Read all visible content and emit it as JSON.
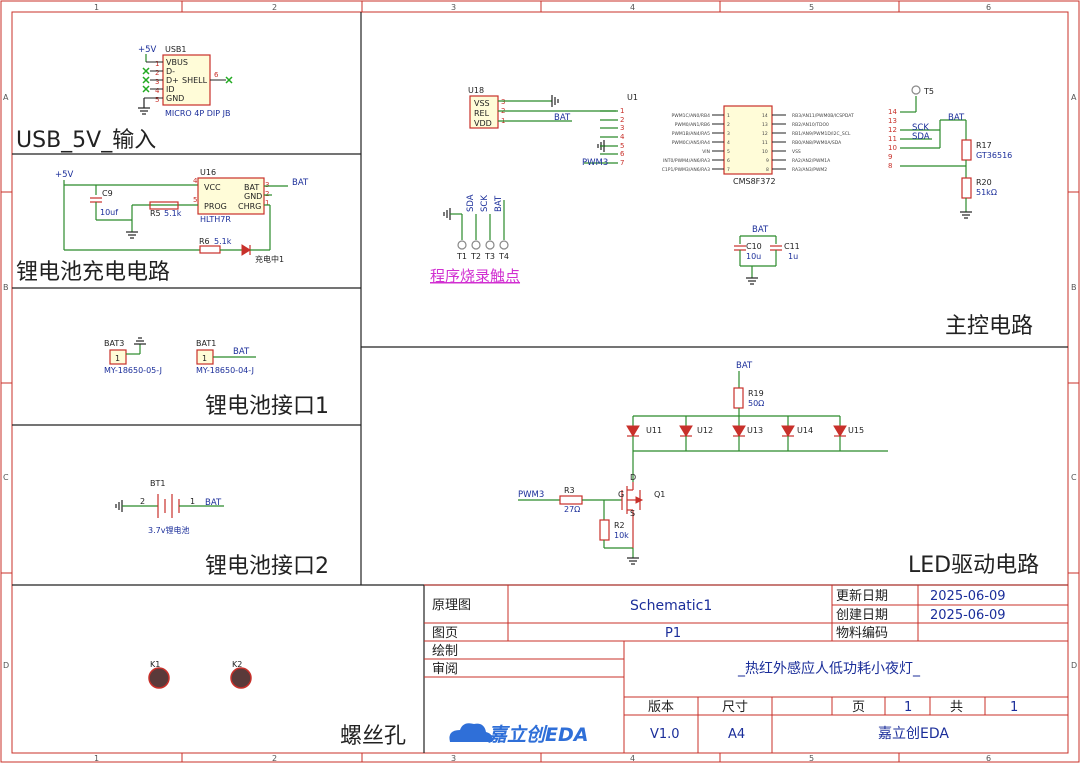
{
  "grid": {
    "cols": [
      "1",
      "2",
      "3",
      "4",
      "5",
      "6"
    ],
    "rows": [
      "A",
      "B",
      "C",
      "D"
    ]
  },
  "sections": {
    "usb": "USB_5V_输入",
    "charge": "锂电池充电电路",
    "bat1": "锂电池接口1",
    "bat2": "锂电池接口2",
    "screw": "螺丝孔",
    "main": "主控电路",
    "led": "LED驱动电路",
    "program_link": "程序烧录触点"
  },
  "usb": {
    "ref": "USB1",
    "value": "MICRO 4P DIP JB",
    "net": "+5V",
    "pins": [
      "VBUS",
      "D-",
      "D+",
      "ID",
      "GND"
    ],
    "pin_nums": [
      "1",
      "2",
      "3",
      "4",
      "5"
    ],
    "shell": "SHELL",
    "shell_num": "6"
  },
  "charger": {
    "ref": "U16",
    "value": "HLTH7R",
    "pins_left": [
      "VCC",
      "PROG"
    ],
    "pins_right": [
      "BAT",
      "GND",
      "CHRG"
    ],
    "pin_nums_left": [
      "4",
      "5"
    ],
    "pin_nums_right": [
      "3",
      "2",
      "1"
    ],
    "net_in": "+5V",
    "net_out": "BAT",
    "c9_ref": "C9",
    "c9_val": "10uf",
    "r5_ref": "R5",
    "r5_val": "5.1k",
    "r6_ref": "R6",
    "r6_val": "5.1k",
    "led_label": "充电中1"
  },
  "bat3": {
    "ref": "BAT3",
    "value": "MY-18650-05-J",
    "pin": "1"
  },
  "bat1": {
    "ref": "BAT1",
    "value": "MY-18650-04-J",
    "pin": "1",
    "net": "BAT"
  },
  "bt1": {
    "ref": "BT1",
    "value": "3.7v锂电池",
    "pin_a": "2",
    "pin_b": "1",
    "net": "BAT"
  },
  "screws": [
    "K1",
    "K2"
  ],
  "u18": {
    "ref": "U18",
    "pins": [
      "VSS",
      "REL",
      "VDD"
    ],
    "pin_nums": [
      "3",
      "2",
      "1"
    ],
    "net": "BAT"
  },
  "mcu": {
    "ref": "U1",
    "value": "CMS8F372",
    "left_pins": [
      "PWM1C/AN0/RB4",
      "PWM0/AN1/RB6",
      "PWM1B/AN4/RA5",
      "PWM0C/AN5/RA4",
      "VIN",
      "INT0/PWM4/AN6/RA3",
      "C1P1/PWM3/AN6/RA3"
    ],
    "left_nums": [
      "1",
      "2",
      "3",
      "4",
      "5",
      "6",
      "7"
    ],
    "right_pins": [
      "RB3/AN11/PWM0B/ICSPDAT",
      "RB2/AN10/TDO0",
      "RB1/AN9/PWM1D/I2C_SCL",
      "RB0/AN8/PWM0A/SDA",
      "VSS",
      "RA2/AN2/PWM1A",
      "RA3/AN3/PWM2"
    ],
    "right_nums": [
      "14",
      "13",
      "12",
      "11",
      "10",
      "9",
      "8"
    ],
    "u1_pin_nums": [
      "1",
      "2",
      "3",
      "4",
      "5",
      "6",
      "7"
    ],
    "net_pwm": "PWM3",
    "r_nums": [
      "14",
      "13",
      "12",
      "11",
      "10",
      "9",
      "8"
    ],
    "net_sck": "SCK",
    "net_sda": "SDA",
    "net_bat": "BAT",
    "tp": "T5"
  },
  "sensor": {
    "r17_ref": "R17",
    "r17_val": "GT36516",
    "r20_ref": "R20",
    "r20_val": "51kΩ"
  },
  "caps": {
    "c10_ref": "C10",
    "c10_val": "10u",
    "c11_ref": "C11",
    "c11_val": "1u",
    "net": "BAT"
  },
  "prog_points": {
    "nets": [
      "SDA",
      "SCK",
      "BAT"
    ],
    "refs": [
      "T1",
      "T2",
      "T3",
      "T4"
    ]
  },
  "led_driver": {
    "net_bat": "BAT",
    "r19_ref": "R19",
    "r19_val": "50Ω",
    "leds": [
      "U11",
      "U12",
      "U13",
      "U14",
      "U15"
    ],
    "net_pwm": "PWM3",
    "r3_ref": "R3",
    "r3_val": "27Ω",
    "r2_ref": "R2",
    "r2_val": "10k",
    "q_ref": "Q1",
    "g": "G",
    "d": "D",
    "s": "S"
  },
  "title_block": {
    "schematic_lbl": "原理图",
    "schematic_val": "Schematic1",
    "update_lbl": "更新日期",
    "update_val": "2025-06-09",
    "create_lbl": "创建日期",
    "create_val": "2025-06-09",
    "page_lbl": "图页",
    "page_val": "P1",
    "material_lbl": "物料编码",
    "draw_lbl": "绘制",
    "review_lbl": "审阅",
    "project": "_热红外感应人低功耗小夜灯_",
    "version_lbl": "版本",
    "version_val": "V1.0",
    "size_lbl": "尺寸",
    "size_val": "A4",
    "pg_lbl": "页",
    "pg_val": "1",
    "total_lbl": "共",
    "total_val": "1",
    "logo": "嘉立创EDA",
    "company": "嘉立创EDA"
  },
  "colors": {
    "frame": "#c8302a",
    "wire": "#2a8a2a",
    "net": "#1b2e9a",
    "link": "#d12fd1",
    "logo": "#2f6fd8"
  }
}
